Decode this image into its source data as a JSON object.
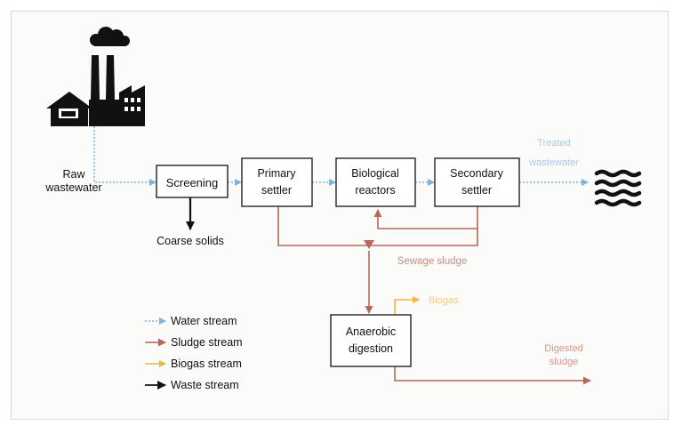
{
  "labels": {
    "raw_wastewater": [
      "Raw",
      "wastewater"
    ],
    "screening": "Screening",
    "primary_settler": [
      "Primary",
      "settler"
    ],
    "biological_reactors": [
      "Biological",
      "reactors"
    ],
    "secondary_settler": [
      "Secondary",
      "settler"
    ],
    "treated_wastewater": [
      "Treated",
      "wastewater"
    ],
    "coarse_solids": "Coarse solids",
    "sewage_sludge": "Sewage sludge",
    "anaerobic_digestion": [
      "Anaerobic",
      "digestion"
    ],
    "biogas": "Biogas",
    "digested_sludge": [
      "Digested",
      "sludge"
    ]
  },
  "legend": [
    {
      "label": "Water stream",
      "color": "#7fb2e0"
    },
    {
      "label": "Sludge stream",
      "color": "#b5685a"
    },
    {
      "label": "Biogas stream",
      "color": "#f2b540"
    },
    {
      "label": "Waste stream",
      "color": "#111111"
    }
  ],
  "colors": {
    "water": "#7fb2e0",
    "sludge": "#b5685a",
    "biogas": "#f2b540",
    "waste": "#111111",
    "box_border": "#222222",
    "icon": "#111111"
  }
}
